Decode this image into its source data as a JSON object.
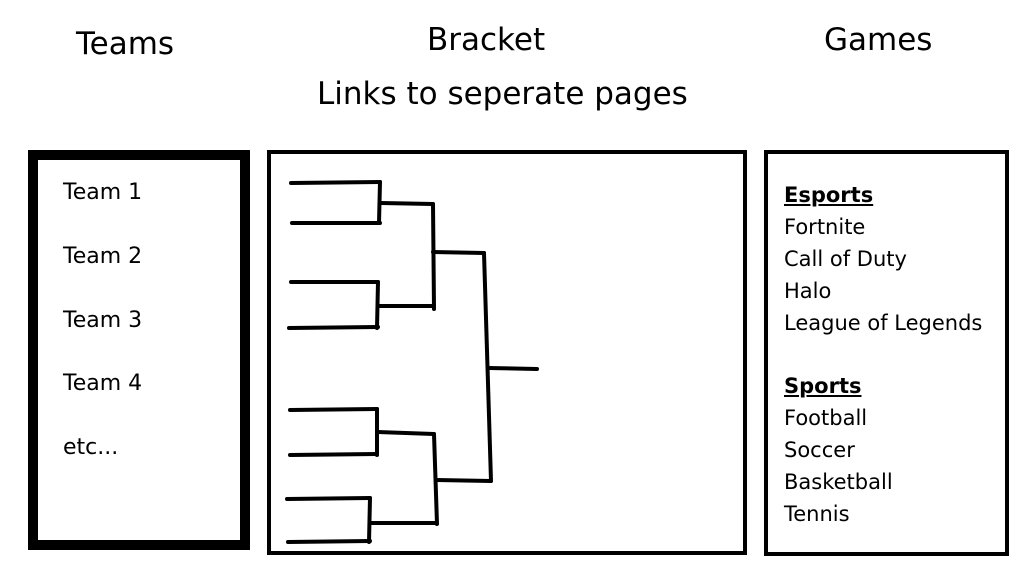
{
  "headings": {
    "teams": "Teams",
    "bracket": "Bracket",
    "games": "Games",
    "subtitle": "Links to seperate pages"
  },
  "teams": [
    "Team 1",
    "Team 2",
    "Team 3",
    "Team 4",
    "etc..."
  ],
  "games": {
    "esports_label": "Esports",
    "esports": [
      "Fortnite",
      "Call of Duty",
      "Halo",
      "League of Legends"
    ],
    "sports_label": "Sports",
    "sports": [
      "Football",
      "Soccer",
      "Basketball",
      "Tennis"
    ]
  }
}
